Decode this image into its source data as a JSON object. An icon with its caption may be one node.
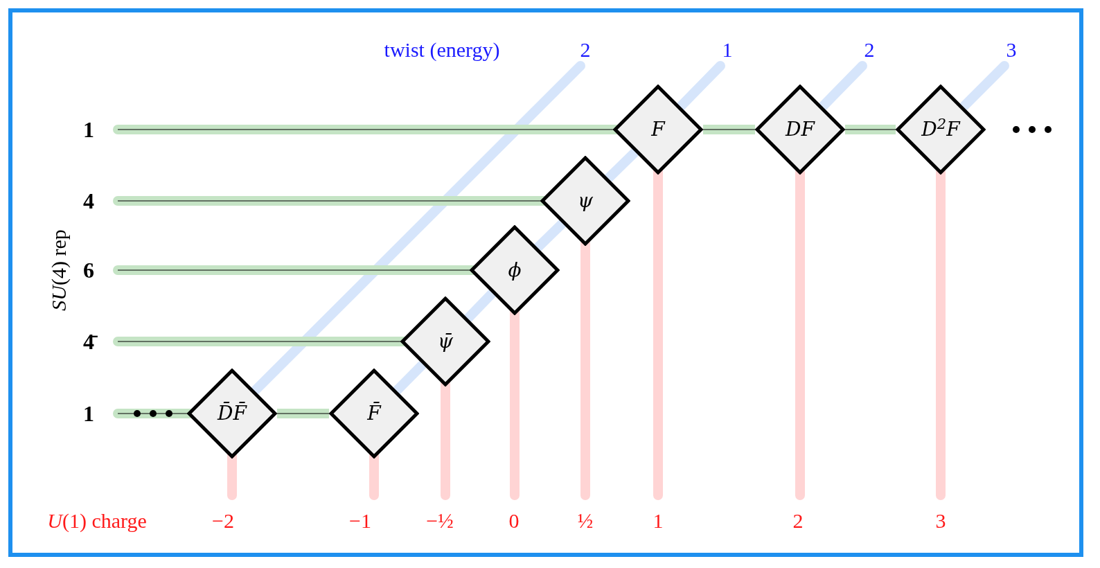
{
  "diagram": {
    "nodes": [
      {
        "text": [
          "D̄F̄"
        ]
      },
      {
        "text": [
          "F̄"
        ]
      },
      {
        "text": [
          "ψ̄"
        ]
      },
      {
        "text": [
          "ϕ"
        ]
      },
      {
        "text": [
          "ψ"
        ]
      },
      {
        "text": [
          "F"
        ]
      },
      {
        "text": [
          "DF"
        ]
      },
      {
        "text": [
          "D$^{2}$F"
        ]
      }
    ],
    "edges": [
      {
        "from": 0,
        "to": 1,
        "arrow": "none",
        "color": "#c5e4c5"
      },
      {
        "from": 5,
        "to": 6,
        "arrow": "none",
        "color": "#c5e4c5"
      },
      {
        "from": 6,
        "to": 7,
        "arrow": "none",
        "color": "#c5e4c5"
      },
      {
        "from": 1,
        "to": 2,
        "arrow": "none",
        "color": "#d6e5fb"
      },
      {
        "from": 2,
        "to": 3,
        "arrow": "none",
        "color": "#d6e5fb"
      },
      {
        "from": 3,
        "to": 4,
        "arrow": "none",
        "color": "#d6e5fb"
      },
      {
        "from": 4,
        "to": 5,
        "arrow": "none",
        "color": "#d6e5fb"
      }
    ],
    "labels": [
      "twist (energy)",
      "2",
      "1",
      "2",
      "3",
      "1",
      "4",
      "6",
      "4̄",
      "1",
      "*SU*(4) rep",
      "*U*(1) charge",
      "−2",
      "−1",
      "−½",
      "0",
      "½",
      "1",
      "2",
      "3"
    ]
  }
}
